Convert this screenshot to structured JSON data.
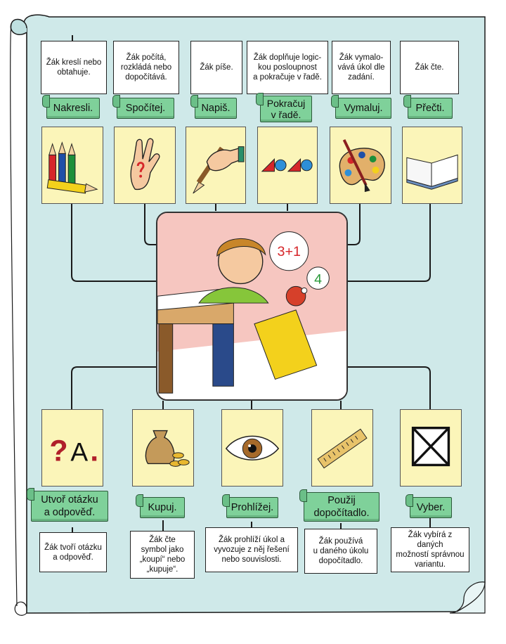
{
  "top": [
    {
      "desc": [
        "Žák kreslí nebo",
        "obtahuje."
      ],
      "label": [
        "Nakresli."
      ],
      "icon": "colored-pencils-icon"
    },
    {
      "desc": [
        "Žák počítá,",
        "rozkládá nebo",
        "dopočítává."
      ],
      "label": [
        "Spočítej."
      ],
      "icon": "counting-hand-icon"
    },
    {
      "desc": [
        "Žák píše."
      ],
      "label": [
        "Napiš."
      ],
      "icon": "writing-hand-icon"
    },
    {
      "desc": [
        "Žák doplňuje logic-",
        "kou posloupnost",
        "a pokračuje v řadě."
      ],
      "label": [
        "Pokračuj",
        "v řadě."
      ],
      "icon": "shape-sequence-icon"
    },
    {
      "desc": [
        "Žák vymalo-",
        "vává úkol dle",
        "zadání."
      ],
      "label": [
        "Vymaluj."
      ],
      "icon": "paint-palette-icon"
    },
    {
      "desc": [
        "Žák čte."
      ],
      "label": [
        "Přečti."
      ],
      "icon": "open-book-icon"
    }
  ],
  "bottom": [
    {
      "desc": [
        "Žák tvoří otázku",
        "a odpověď."
      ],
      "label": [
        "Utvoř otázku",
        "a odpověď."
      ],
      "icon": "question-answer-icon",
      "icon_text": {
        "q": "?",
        "a": "A",
        "dot": "."
      }
    },
    {
      "desc": [
        "Žák čte",
        "symbol jako",
        "„koupí“ nebo",
        "„kupuje“."
      ],
      "label": [
        "Kupuj."
      ],
      "icon": "money-bag-icon"
    },
    {
      "desc": [
        "Žák prohlíží úkol a",
        "vyvozuje z něj řešení",
        "nebo souvislosti."
      ],
      "label": [
        "Prohlížej."
      ],
      "icon": "eye-icon"
    },
    {
      "desc": [
        "Žák používá",
        "u daného úkolu",
        "dopočítadlo."
      ],
      "label": [
        "Použij",
        "dopočítadlo."
      ],
      "icon": "abacus-ruler-icon"
    },
    {
      "desc": [
        "Žák vybírá z daných",
        "možností správnou",
        "variantu."
      ],
      "label": [
        "Vyber."
      ],
      "icon": "crossed-box-icon"
    }
  ],
  "center": {
    "bubble_text": "3+1",
    "answer_text": "4",
    "icon": "boy-at-desk-illustration"
  },
  "colors": {
    "scroll": "#cfe9e9",
    "banner": "#7fd19a",
    "icon_bg": "#fbf5b9",
    "center_bg": "#f6c6c0",
    "lines": "#1a1a1a"
  }
}
